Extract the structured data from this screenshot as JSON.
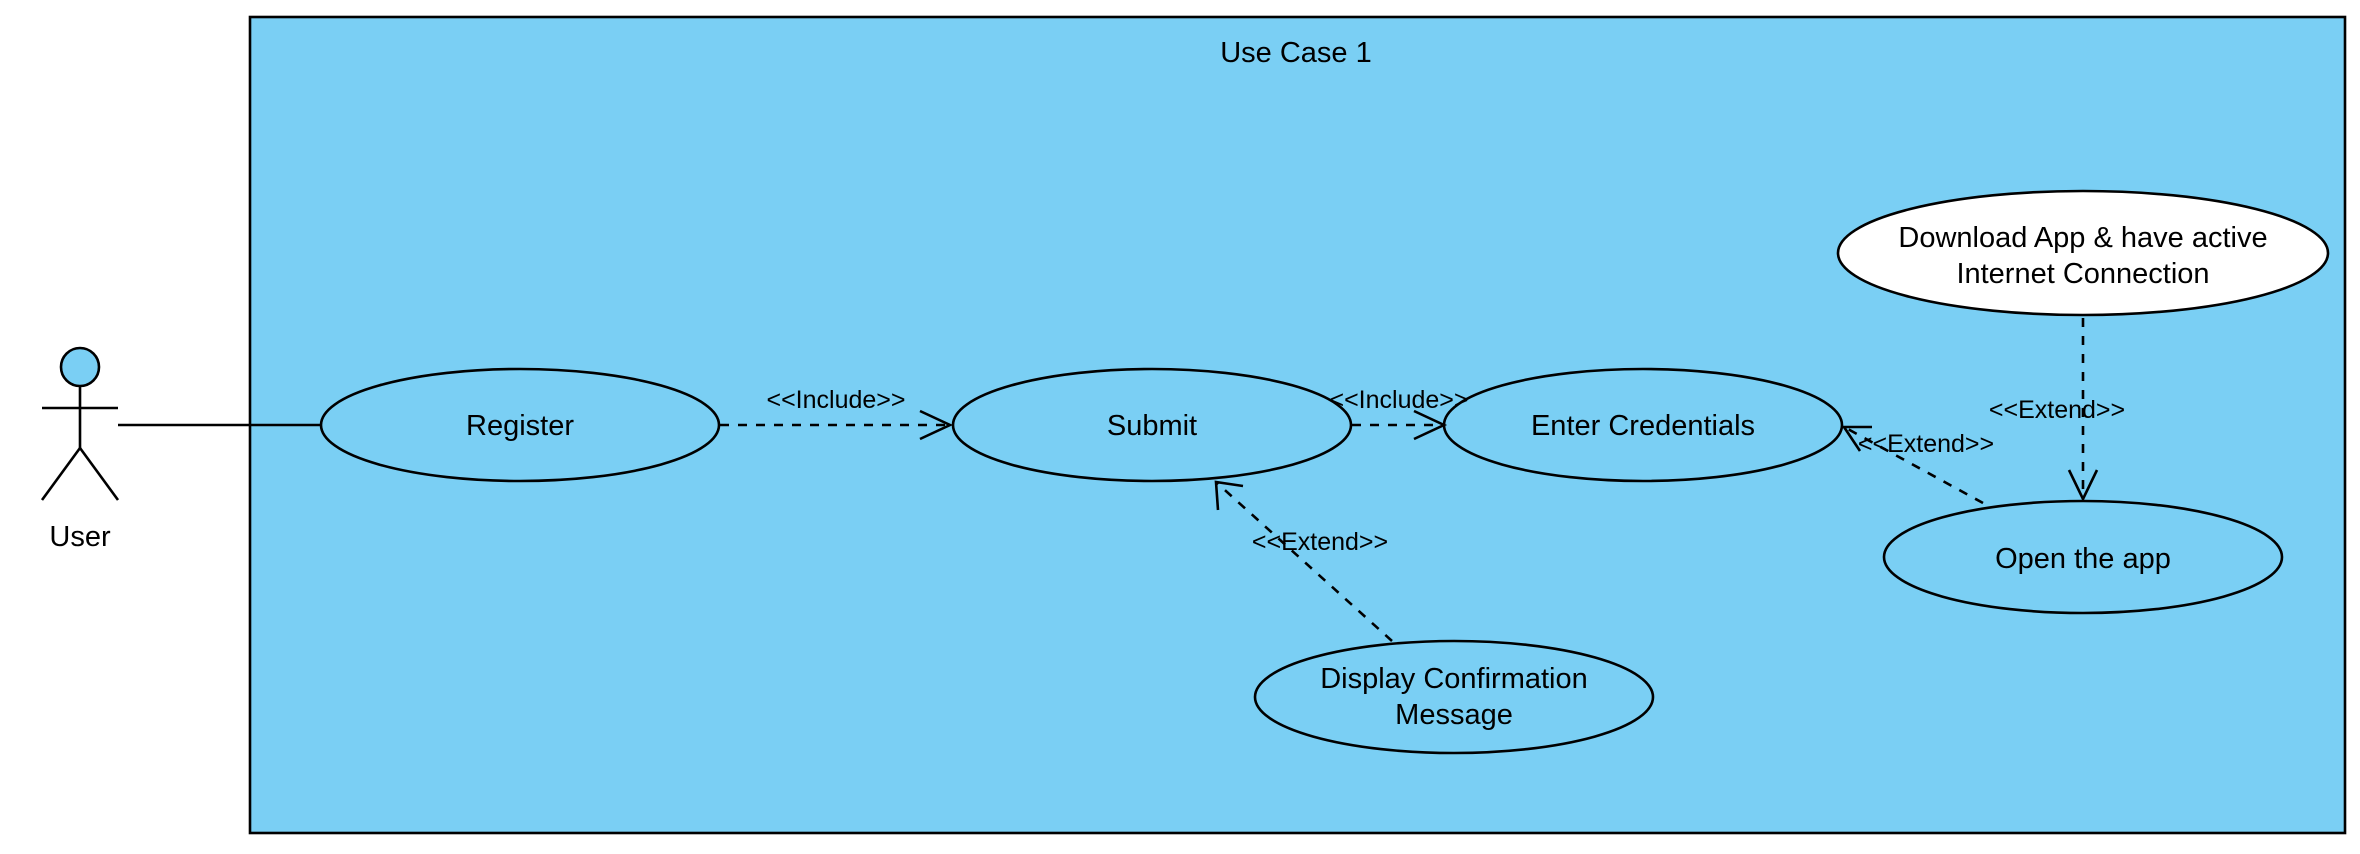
{
  "diagram": {
    "boundary": {
      "title": "Use Case 1",
      "fill_color": "#7acff4"
    },
    "actor": {
      "name": "User",
      "head_color": "#7acff4"
    },
    "use_cases": {
      "register": {
        "label": "Register"
      },
      "submit": {
        "label": "Submit"
      },
      "enter_credentials": {
        "label": "Enter Credentials"
      },
      "download_app": {
        "label_line1": "Download App & have active",
        "label_line2": "Internet Connection"
      },
      "open_app": {
        "label": "Open the app"
      },
      "display_confirmation": {
        "label_line1": "Display Confirmation",
        "label_line2": "Message"
      }
    },
    "relationships": {
      "register_submit": {
        "label": "<<Include>>"
      },
      "submit_credentials": {
        "label": "<<Include>>"
      },
      "confirmation_submit": {
        "label": "<<Extend>>"
      },
      "openapp_credentials": {
        "label": "<<Extend>>"
      },
      "download_openapp": {
        "label": "<<Extend>>"
      }
    }
  }
}
